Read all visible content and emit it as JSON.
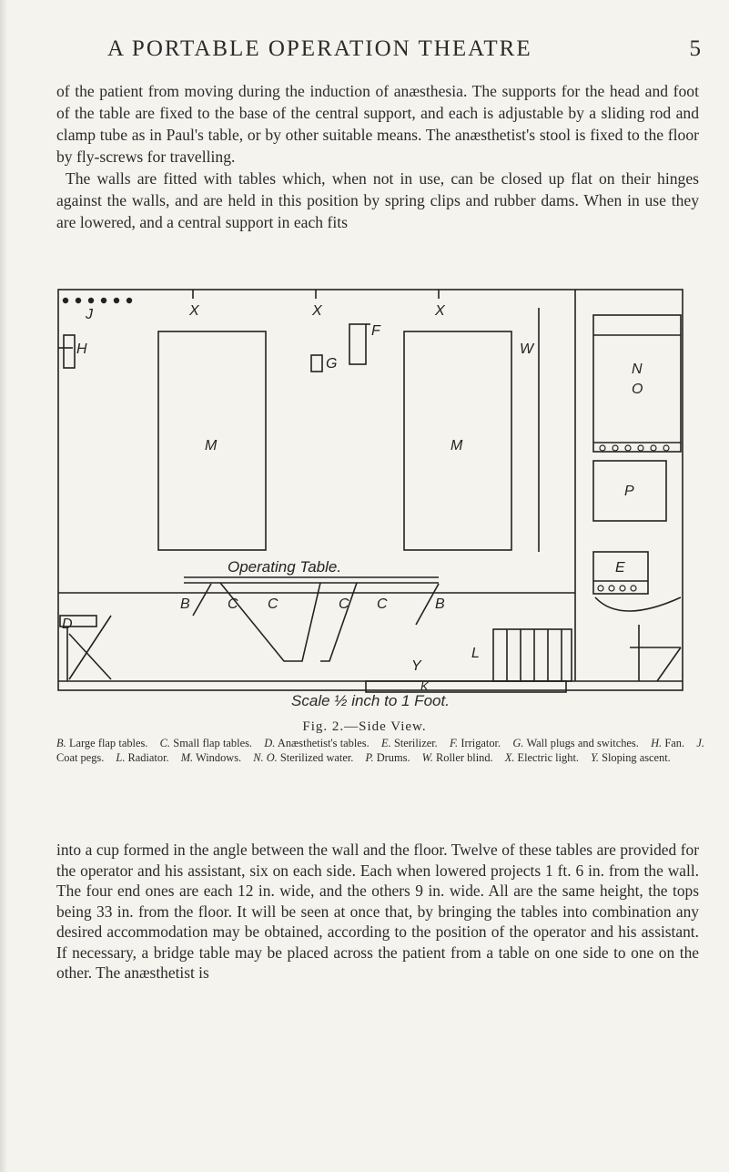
{
  "header": {
    "running_title": "A PORTABLE OPERATION THEATRE",
    "page_number": "5"
  },
  "paragraphs": {
    "p1": "of the patient from moving during the induction of anæsthesia. The supports for the head and foot of the table are fixed to the base of the central support, and each is adjustable by a sliding rod and clamp tube as in Paul's table, or by other suitable means. The anæsthetist's stool is fixed to the floor by fly-screws for travelling.",
    "p2": "The walls are fitted with tables which, when not in use, can be closed up flat on their hinges against the walls, and are held in this position by spring clips and rubber dams. When in use they are lowered, and a central support in each fits",
    "p3": "into a cup formed in the angle between the wall and the floor. Twelve of these tables are provided for the operator and his assistant, six on each side. Each when lowered projects 1 ft. 6 in. from the wall. The four end ones are each 12 in. wide, and the others 9 in. wide. All are the same height, the tops being 33 in. from the floor. It will be seen at once that, by bringing the tables into combination any desired accommodation may be obtained, according to the position of the operator and his assistant. If necessary, a bridge table may be placed across the patient from a table on one side to one on the other. The anæsthetist is"
  },
  "figure": {
    "labels": {
      "J": "J",
      "X1": "X",
      "X2": "X",
      "X3": "X",
      "H": "H",
      "M1": "M",
      "M2": "M",
      "F": "F",
      "G": "G",
      "W": "W",
      "N": "N",
      "O": "O",
      "P": "P",
      "E": "E",
      "table_title": "Operating Table.",
      "B1": "B",
      "B2": "B",
      "C1": "C",
      "C2": "C",
      "C3": "C",
      "C4": "C",
      "D": "D",
      "L": "L",
      "Y": "Y",
      "K": "K",
      "scale": "Scale ½ inch to 1 Foot."
    },
    "caption_title": "Fig. 2.—Side View.",
    "legend": [
      {
        "key": "B.",
        "text": "Large flap tables."
      },
      {
        "key": "C.",
        "text": "Small flap tables."
      },
      {
        "key": "D.",
        "text": "Anæsthetist's tables."
      },
      {
        "key": "E.",
        "text": "Sterilizer."
      },
      {
        "key": "F.",
        "text": "Irrigator."
      },
      {
        "key": "G.",
        "text": "Wall plugs and switches."
      },
      {
        "key": "H.",
        "text": "Fan."
      },
      {
        "key": "J.",
        "text": "Coat pegs."
      },
      {
        "key": "L.",
        "text": "Radiator."
      },
      {
        "key": "M.",
        "text": "Windows."
      },
      {
        "key": "N. O.",
        "text": "Sterilized water."
      },
      {
        "key": "P.",
        "text": "Drums."
      },
      {
        "key": "W.",
        "text": "Roller blind."
      },
      {
        "key": "X.",
        "text": "Electric light."
      },
      {
        "key": "Y.",
        "text": "Sloping ascent."
      }
    ]
  }
}
